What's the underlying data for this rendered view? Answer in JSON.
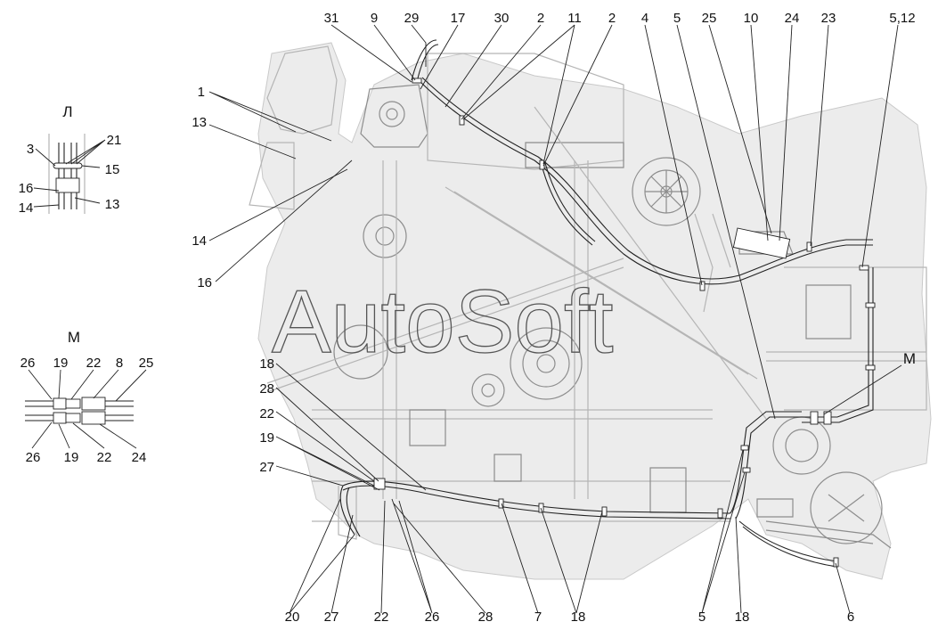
{
  "watermark": "AutoSoft",
  "views": {
    "L": "Л",
    "M": "М"
  },
  "callouts_main": {
    "top": [
      "31",
      "9",
      "29",
      "17",
      "30",
      "2",
      "11",
      "2",
      "4",
      "5",
      "25",
      "10",
      "24",
      "23",
      "5,12"
    ],
    "left": [
      "1",
      "13",
      "14",
      "16"
    ],
    "mid_left": [
      "18",
      "28",
      "22",
      "19",
      "27"
    ],
    "bottom": [
      "20",
      "27",
      "22",
      "26",
      "28",
      "7",
      "18",
      "5",
      "18",
      "6"
    ],
    "right": [
      "М"
    ]
  },
  "callouts_view_L": [
    "3",
    "21",
    "15",
    "16",
    "13",
    "14"
  ],
  "callouts_view_M": {
    "top": [
      "26",
      "19",
      "22",
      "8",
      "25"
    ],
    "bottom": [
      "26",
      "19",
      "22",
      "24"
    ]
  }
}
